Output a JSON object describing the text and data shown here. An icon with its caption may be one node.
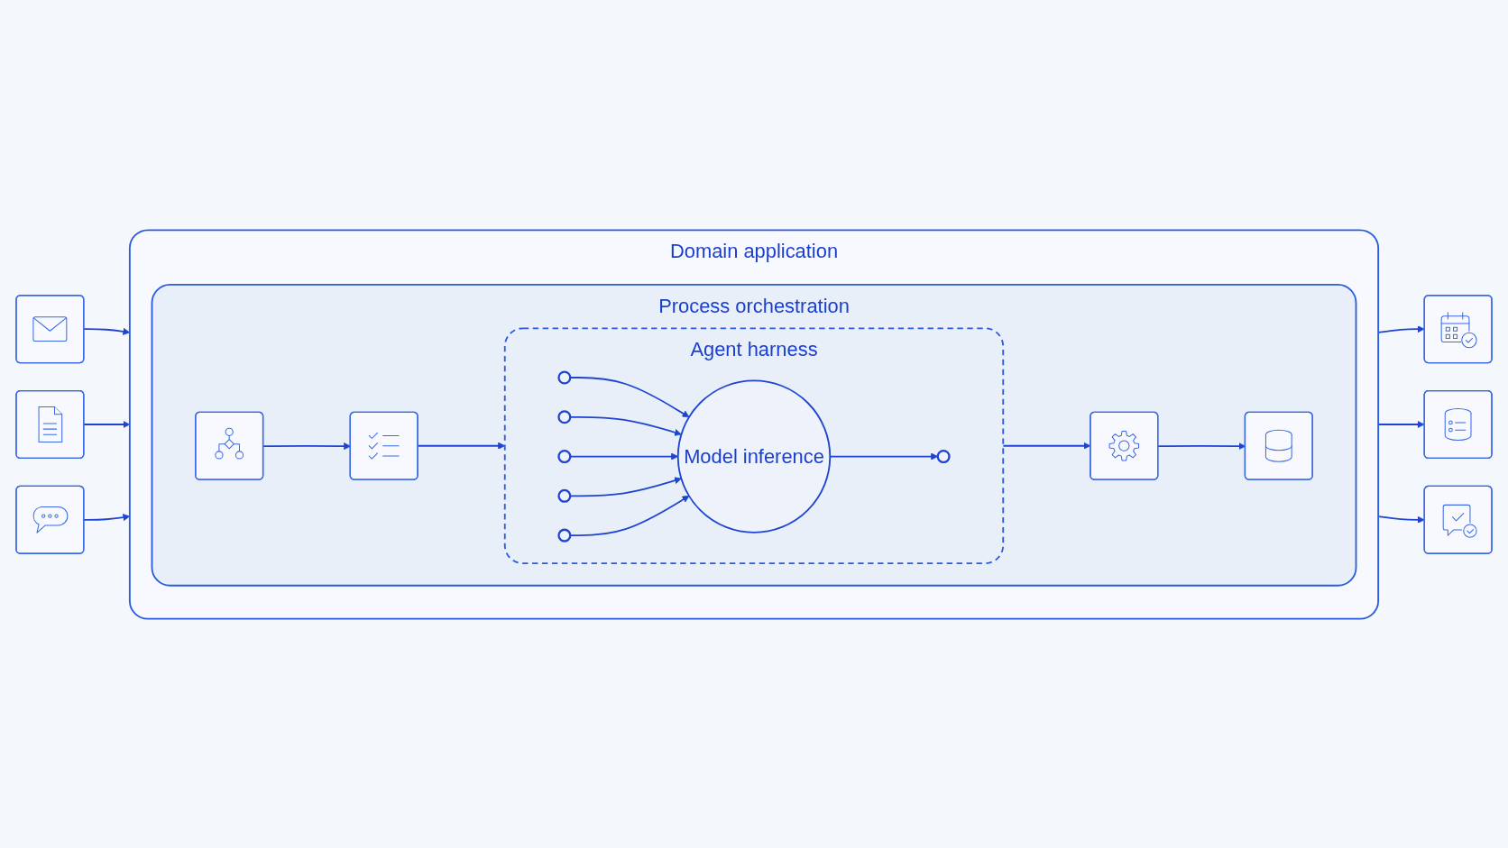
{
  "diagram": {
    "nodes": [
      {
        "text": [],
        "shape": "picture"
      },
      {
        "text": [],
        "shape": "picture"
      },
      {
        "text": [],
        "shape": "picture"
      },
      {
        "text": [
          "Domain application"
        ]
      },
      {
        "text": [
          "Process orchestration"
        ],
        "in": 3
      },
      {
        "text": [],
        "shape": "picture",
        "in": 4
      },
      {
        "text": [],
        "shape": "picture",
        "in": 4
      },
      {
        "text": [
          "Agent harness"
        ],
        "in": 4
      },
      {
        "text": [],
        "shape": "circle",
        "in": 7
      },
      {
        "text": [],
        "shape": "circle",
        "in": 7
      },
      {
        "text": [],
        "shape": "circle",
        "in": 7
      },
      {
        "text": [
          "Model inference"
        ],
        "in": 7
      },
      {
        "text": [],
        "shape": "circle",
        "in": 7
      },
      {
        "text": [],
        "shape": "circle",
        "in": 7
      },
      {
        "text": [],
        "shape": "circle",
        "in": 7
      },
      {
        "text": [],
        "shape": "picture",
        "in": 4
      },
      {
        "text": [],
        "shape": "picture",
        "in": 4
      },
      {
        "text": [],
        "shape": "picture"
      },
      {
        "text": [],
        "shape": "picture"
      },
      {
        "text": [],
        "shape": "picture"
      }
    ],
    "edges": [
      {
        "from": 0,
        "to": 3,
        "arrow": "to"
      },
      {
        "from": 1,
        "to": 3,
        "arrow": "to"
      },
      {
        "from": 2,
        "to": 3,
        "arrow": "to"
      },
      {
        "from": 5,
        "to": 6,
        "arrow": "to"
      },
      {
        "from": 6,
        "to": 7,
        "arrow": "to"
      },
      {
        "from": 8,
        "to": 11,
        "arrow": "to"
      },
      {
        "from": 9,
        "to": 11,
        "arrow": "to"
      },
      {
        "from": 10,
        "to": 11,
        "arrow": "to"
      },
      {
        "from": 12,
        "to": 11,
        "arrow": "to"
      },
      {
        "from": 11,
        "to": 13,
        "arrow": "to"
      },
      {
        "from": 14,
        "to": 11,
        "arrow": "to"
      },
      {
        "from": 7,
        "to": 15,
        "arrow": "to"
      },
      {
        "from": 15,
        "to": 16,
        "arrow": "to"
      },
      {
        "from": 3,
        "to": 17,
        "arrow": "to"
      },
      {
        "from": 3,
        "to": 18,
        "arrow": "to"
      },
      {
        "from": 3,
        "to": 19,
        "arrow": "to"
      }
    ]
  }
}
